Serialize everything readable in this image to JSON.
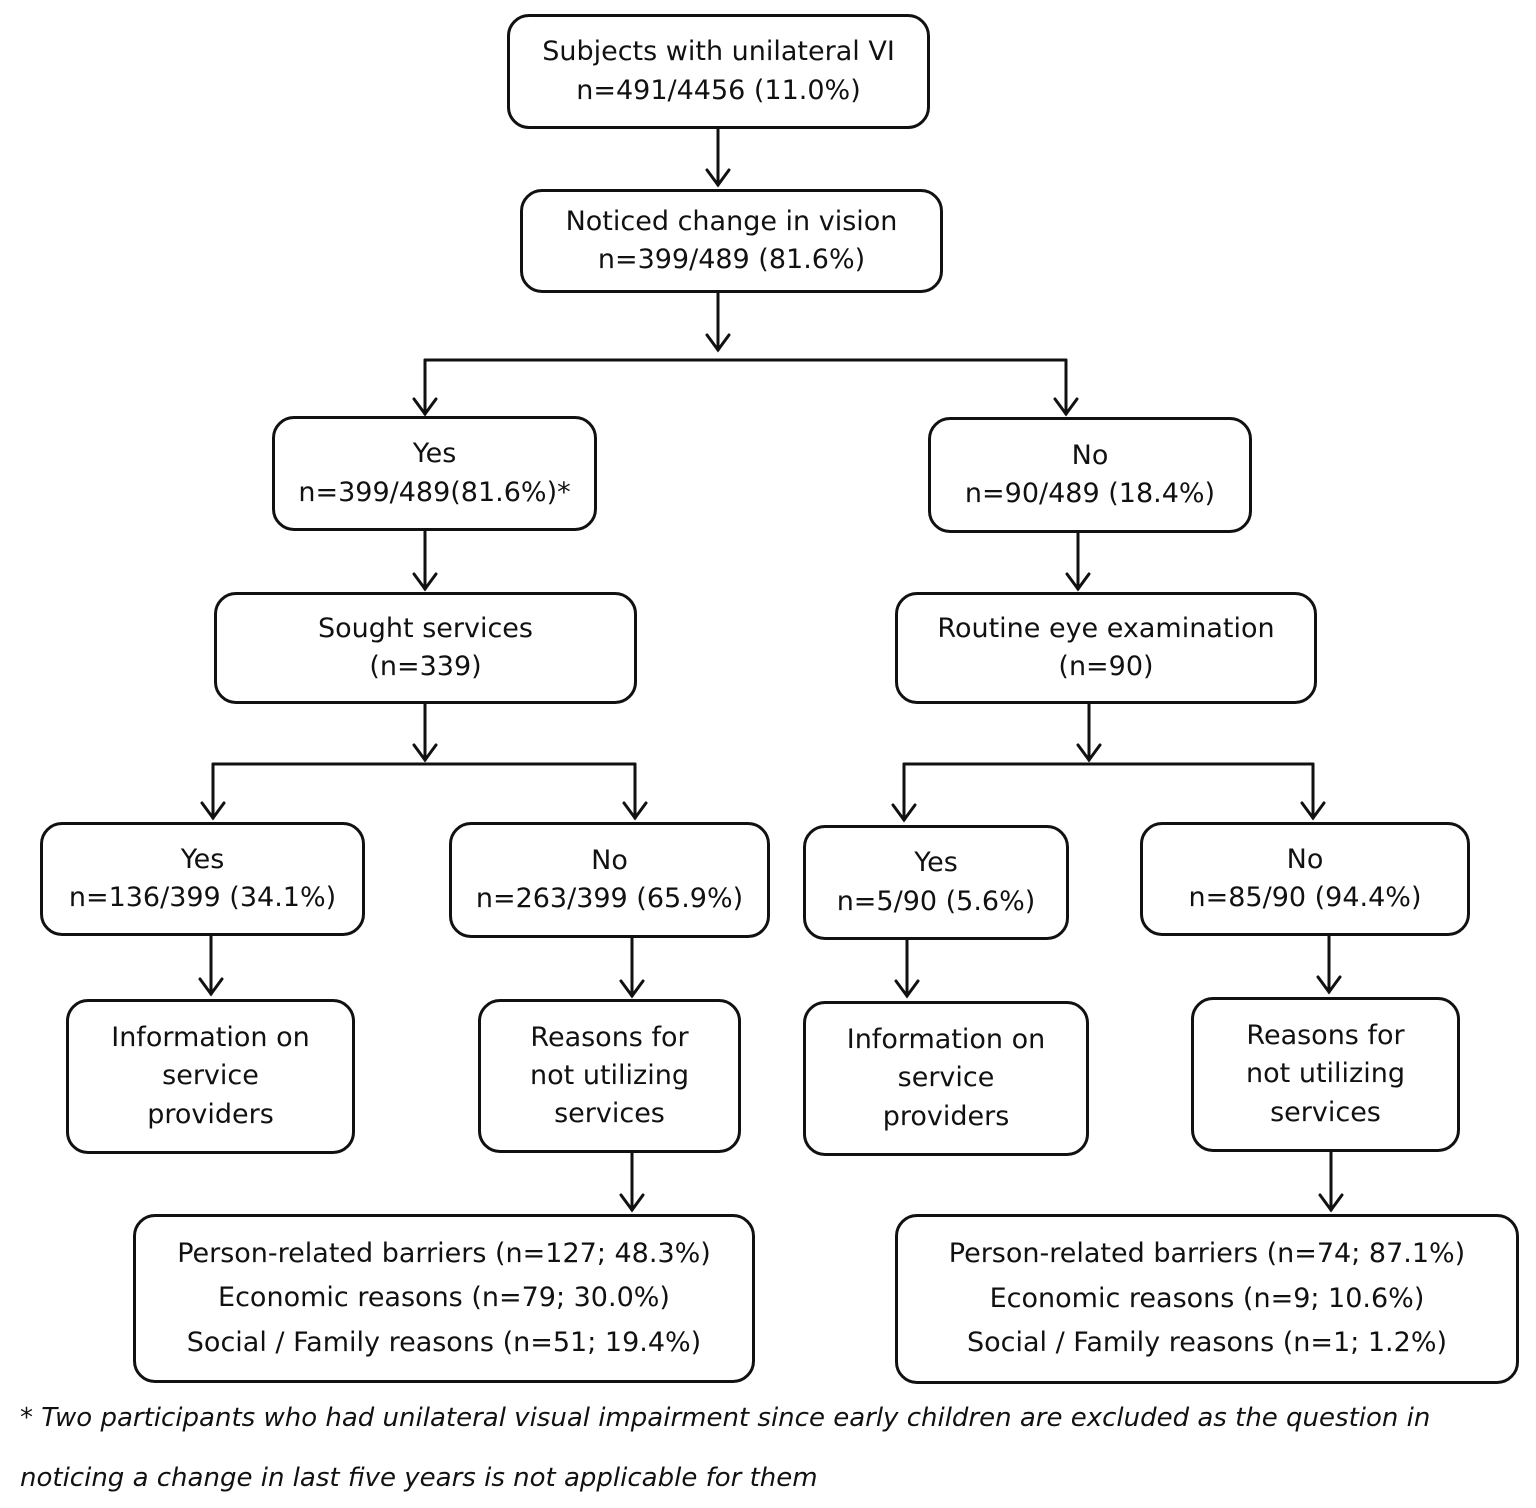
{
  "nodes": {
    "root": [
      "Subjects with unilateral VI",
      "n=491/4456 (11.0%)"
    ],
    "noticed": [
      "Noticed change in vision",
      "n=399/489 (81.6%)"
    ],
    "yes": [
      "Yes",
      "n=399/489(81.6%)*"
    ],
    "no": [
      "No",
      "n=90/489 (18.4%)"
    ],
    "sought": [
      "Sought services",
      "(n=339)"
    ],
    "routine": [
      "Routine eye examination",
      "(n=90)"
    ],
    "sought_yes": [
      "Yes",
      "n=136/399 (34.1%)"
    ],
    "sought_no": [
      "No",
      "n=263/399 (65.9%)"
    ],
    "routine_yes": [
      "Yes",
      "n=5/90 (5.6%)"
    ],
    "routine_no": [
      "No",
      "n=85/90 (94.4%)"
    ],
    "info_left": [
      "Information on",
      "service",
      "providers"
    ],
    "reasons_left": [
      "Reasons for",
      "not utilizing",
      "services"
    ],
    "info_right": [
      "Information on",
      "service",
      "providers"
    ],
    "reasons_right": [
      "Reasons for",
      "not utilizing",
      "services"
    ],
    "barriers_left": [
      "Person-related barriers (n=127; 48.3%)",
      "Economic reasons (n=79; 30.0%)",
      "Social / Family reasons (n=51; 19.4%)"
    ],
    "barriers_right": [
      "Person-related barriers (n=74; 87.1%)",
      "Economic reasons (n=9; 10.6%)",
      "Social / Family reasons (n=1; 1.2%)"
    ]
  },
  "footnote": [
    "* Two participants who had unilateral visual impairment since early children are excluded as the question in",
    "noticing a change in last five years is not applicable for them"
  ]
}
